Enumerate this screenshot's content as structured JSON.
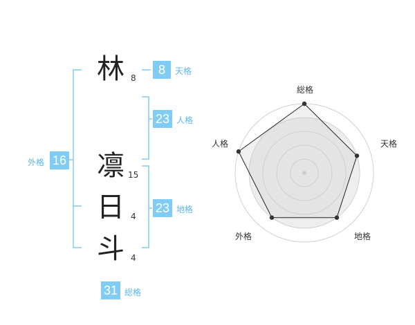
{
  "name": {
    "chars": [
      {
        "char": "林",
        "strokes": "8"
      },
      {
        "char": "凛",
        "strokes": "15"
      },
      {
        "char": "日",
        "strokes": "4"
      },
      {
        "char": "斗",
        "strokes": "4"
      }
    ]
  },
  "kaku": {
    "tenkaku": {
      "value": "8",
      "label": "天格"
    },
    "jinkaku": {
      "value": "23",
      "label": "人格"
    },
    "chikaku": {
      "value": "23",
      "label": "地格"
    },
    "gaikaku": {
      "value": "16",
      "label": "外格"
    },
    "soukaku": {
      "value": "31",
      "label": "総格"
    }
  },
  "colors": {
    "accent": "#81ccf4",
    "accent_text": "#5cb8ea",
    "radar_fill": "#eeeeee",
    "radar_ring": "#d0d0d0",
    "radar_line": "#222222"
  },
  "chart_data": {
    "type": "radar",
    "axes": [
      "総格",
      "天格",
      "地格",
      "外格",
      "人格"
    ],
    "values": [
      5,
      4,
      4,
      4,
      5
    ],
    "max": 5,
    "rings": 5
  }
}
